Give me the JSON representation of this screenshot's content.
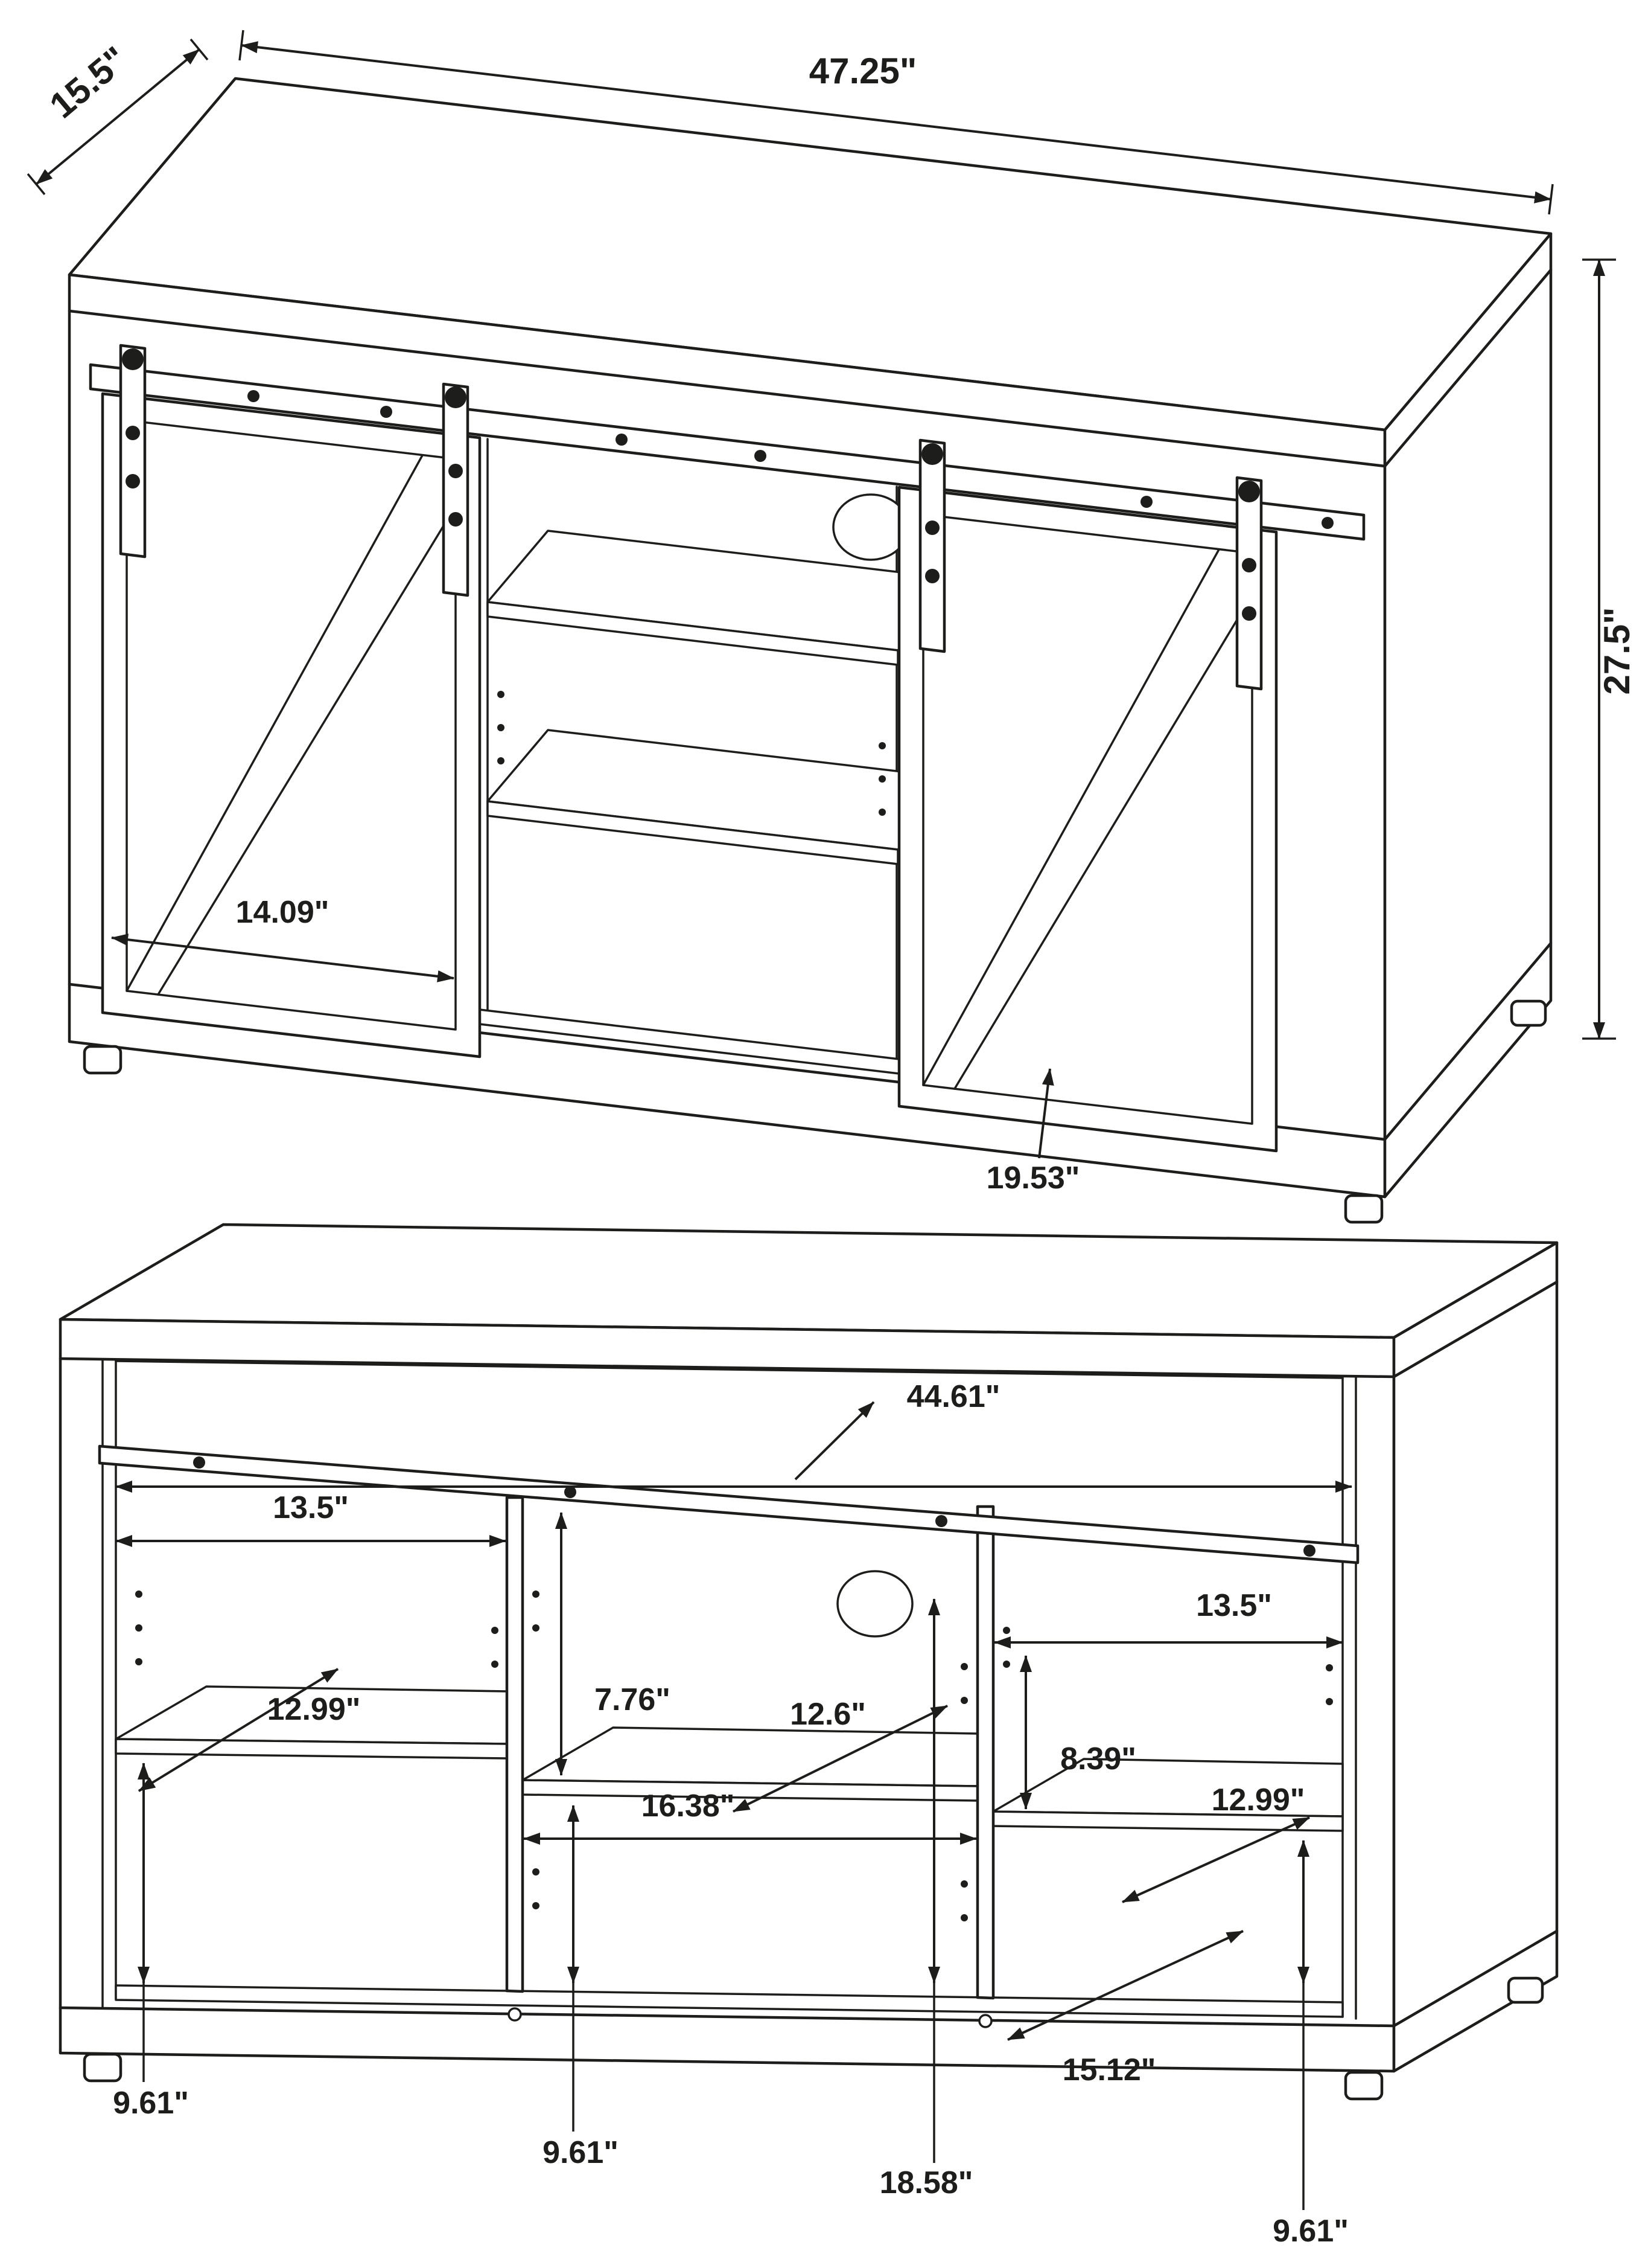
{
  "colors": {
    "ink": "#1d1d1b",
    "background": "#ffffff"
  },
  "views": {
    "doors": {
      "dims": {
        "overall_depth": "15.5\"",
        "overall_width": "47.25\"",
        "overall_height": "27.5\"",
        "door_width": "14.09\"",
        "door_height": "19.53\""
      }
    },
    "open": {
      "dims": {
        "rail_length": "44.61\"",
        "left_opening_width": "13.5\"",
        "left_shelf_depth": "12.99\"",
        "center_top_clearance": "7.76\"",
        "center_shelf_depth": "12.6\"",
        "right_opening_width": "13.5\"",
        "right_top_clearance": "8.39\"",
        "right_shelf_depth": "12.99\"",
        "center_opening_width": "16.38\"",
        "right_bottom_depth": "15.12\"",
        "left_bottom_height": "9.61\"",
        "center_bottom_height": "9.61\"",
        "center_opening_height": "18.58\"",
        "right_bottom_height": "9.61\""
      }
    }
  }
}
